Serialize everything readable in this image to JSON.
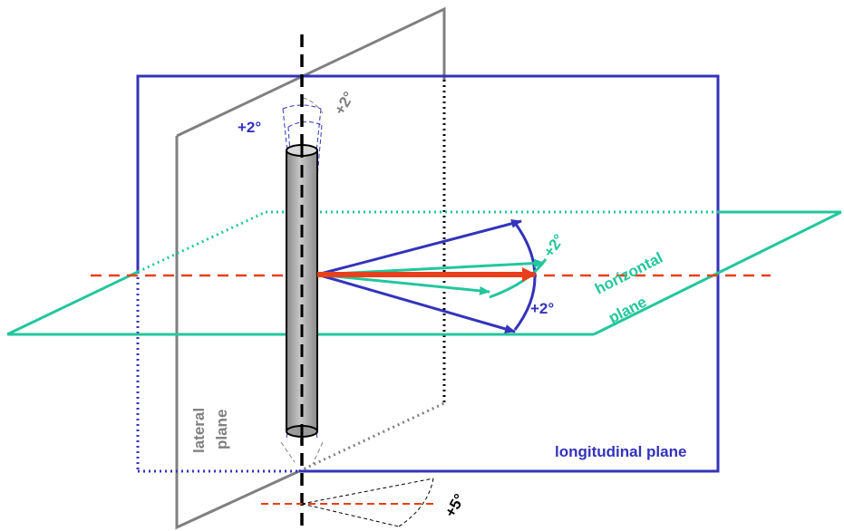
{
  "labels": {
    "tolerance_blue_left": "+2°",
    "tolerance_gray_top": "+2°",
    "tolerance_green": "+2°",
    "tolerance_blue_right": "+2°",
    "tolerance_bottom": "+5°",
    "horizontal_plane_line1": "horizontal",
    "horizontal_plane_line2": "plane",
    "lateral_plane_line1": "lateral",
    "lateral_plane_line2": "plane",
    "longitudinal_plane": "longitudinal plane"
  },
  "colors": {
    "longitudinal": "#3333bb",
    "lateral": "#808080",
    "horizontal": "#22c79c",
    "axis_red": "#e8401a",
    "rod": "#b4b4b4",
    "black": "#000000"
  }
}
